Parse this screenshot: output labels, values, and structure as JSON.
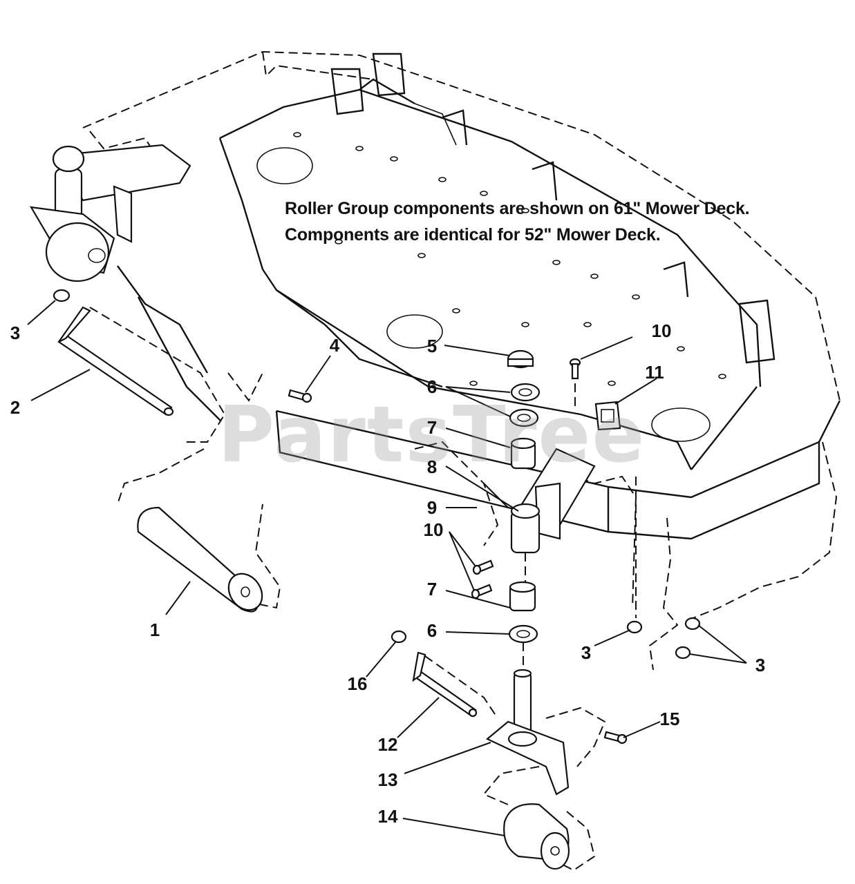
{
  "notes": {
    "line1": "Roller Group components are shown on 61\" Mower Deck.",
    "line2": "Components are identical for 52\" Mower Deck."
  },
  "watermark": "PartsTree",
  "callouts": [
    {
      "id": "c-3a",
      "label": "3"
    },
    {
      "id": "c-2",
      "label": "2"
    },
    {
      "id": "c-4",
      "label": "4"
    },
    {
      "id": "c-5",
      "label": "5"
    },
    {
      "id": "c-6a",
      "label": "6"
    },
    {
      "id": "c-7a",
      "label": "7"
    },
    {
      "id": "c-8",
      "label": "8"
    },
    {
      "id": "c-9",
      "label": "9"
    },
    {
      "id": "c-10a",
      "label": "10"
    },
    {
      "id": "c-11",
      "label": "11"
    },
    {
      "id": "c-10b",
      "label": "10"
    },
    {
      "id": "c-7b",
      "label": "7"
    },
    {
      "id": "c-6b",
      "label": "6"
    },
    {
      "id": "c-1",
      "label": "1"
    },
    {
      "id": "c-16",
      "label": "16"
    },
    {
      "id": "c-12",
      "label": "12"
    },
    {
      "id": "c-13",
      "label": "13"
    },
    {
      "id": "c-14",
      "label": "14"
    },
    {
      "id": "c-15",
      "label": "15"
    },
    {
      "id": "c-3b",
      "label": "3"
    },
    {
      "id": "c-3c",
      "label": "3"
    }
  ]
}
